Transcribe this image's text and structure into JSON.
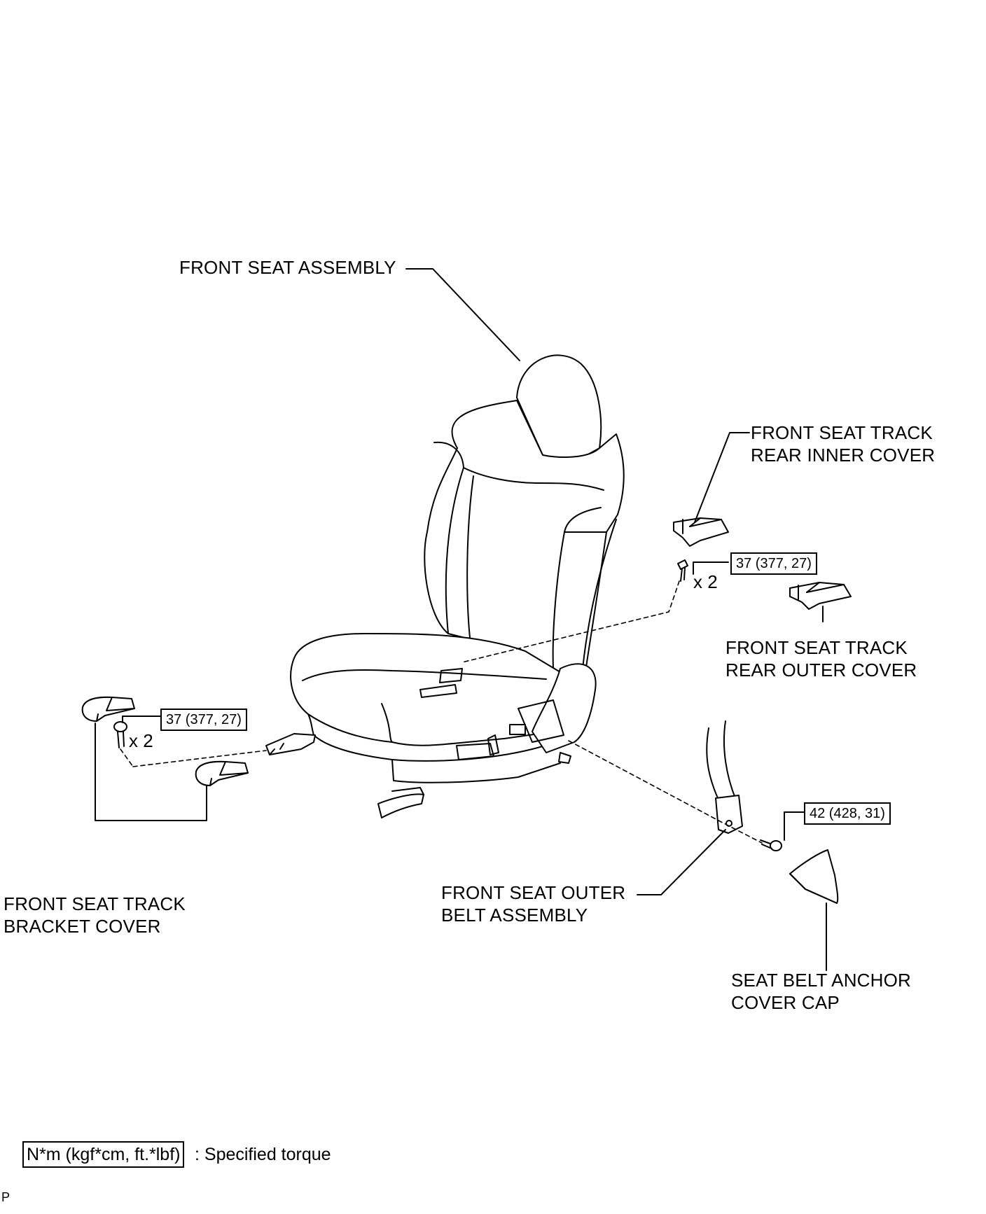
{
  "labels": {
    "front_seat_assembly": "FRONT SEAT ASSEMBLY",
    "rear_inner_cover_l1": "FRONT SEAT TRACK",
    "rear_inner_cover_l2": "REAR INNER COVER",
    "rear_outer_cover_l1": "FRONT SEAT TRACK",
    "rear_outer_cover_l2": "REAR OUTER COVER",
    "bracket_cover_l1": "FRONT SEAT TRACK",
    "bracket_cover_l2": "BRACKET COVER",
    "outer_belt_l1": "FRONT SEAT OUTER",
    "outer_belt_l2": "BELT ASSEMBLY",
    "anchor_cap_l1": "SEAT BELT ANCHOR",
    "anchor_cap_l2": "COVER CAP"
  },
  "torques": {
    "rear_bolts": "37 (377, 27)",
    "front_bolts": "37 (377, 27)",
    "belt_anchor_bolt": "42 (428, 31)"
  },
  "quantities": {
    "rear_bolts": "x 2",
    "front_bolts": "x 2"
  },
  "legend": {
    "unit_box": "N*m (kgf*cm, ft.*lbf)",
    "text": ": Specified torque"
  },
  "corner_code": "P"
}
